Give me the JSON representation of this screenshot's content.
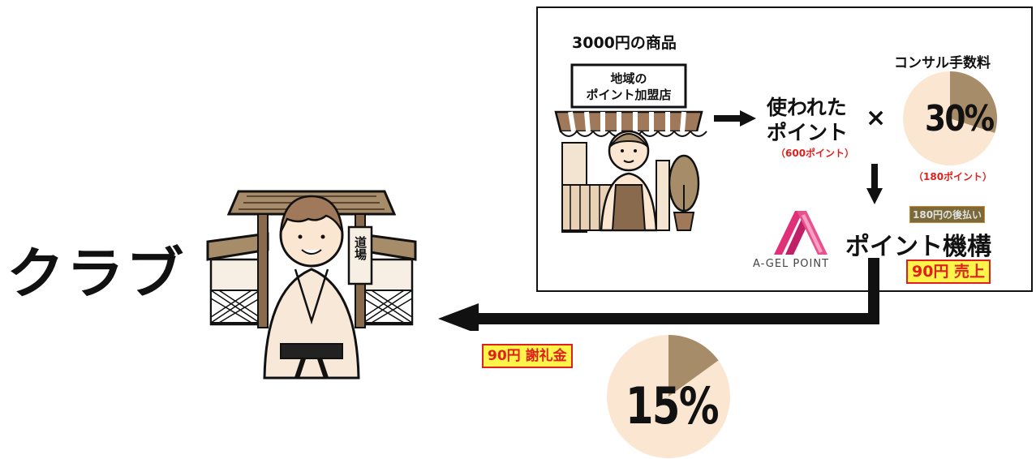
{
  "club_label": "クラブ",
  "product_label": "3000円の商品",
  "shop_sign": {
    "line1": "地域の",
    "line2": "ポイント加盟店"
  },
  "used_points": {
    "line1": "使われた",
    "line2": "ポイント",
    "amount": "（600ポイント）"
  },
  "times_symbol": "×",
  "consulting": {
    "label": "コンサル手数料",
    "percent": "30%",
    "fraction": 0.3,
    "amount": "（180ポイント）"
  },
  "organization": {
    "name": "ポイント機構",
    "logo_text": "A-GEL POINT",
    "deferred_payment": "180円の後払い",
    "sales": "90円 売上"
  },
  "referral": {
    "fee": "90円 謝礼金",
    "percent": "15%",
    "fraction": 0.15
  },
  "dojo_sign": "道場",
  "colors": {
    "pie_base": "#fbe6d2",
    "pie_slice": "#a68c68",
    "highlight": "#fff44a",
    "accent_red": "#e0201c",
    "logo_pink": "#e0307a"
  }
}
